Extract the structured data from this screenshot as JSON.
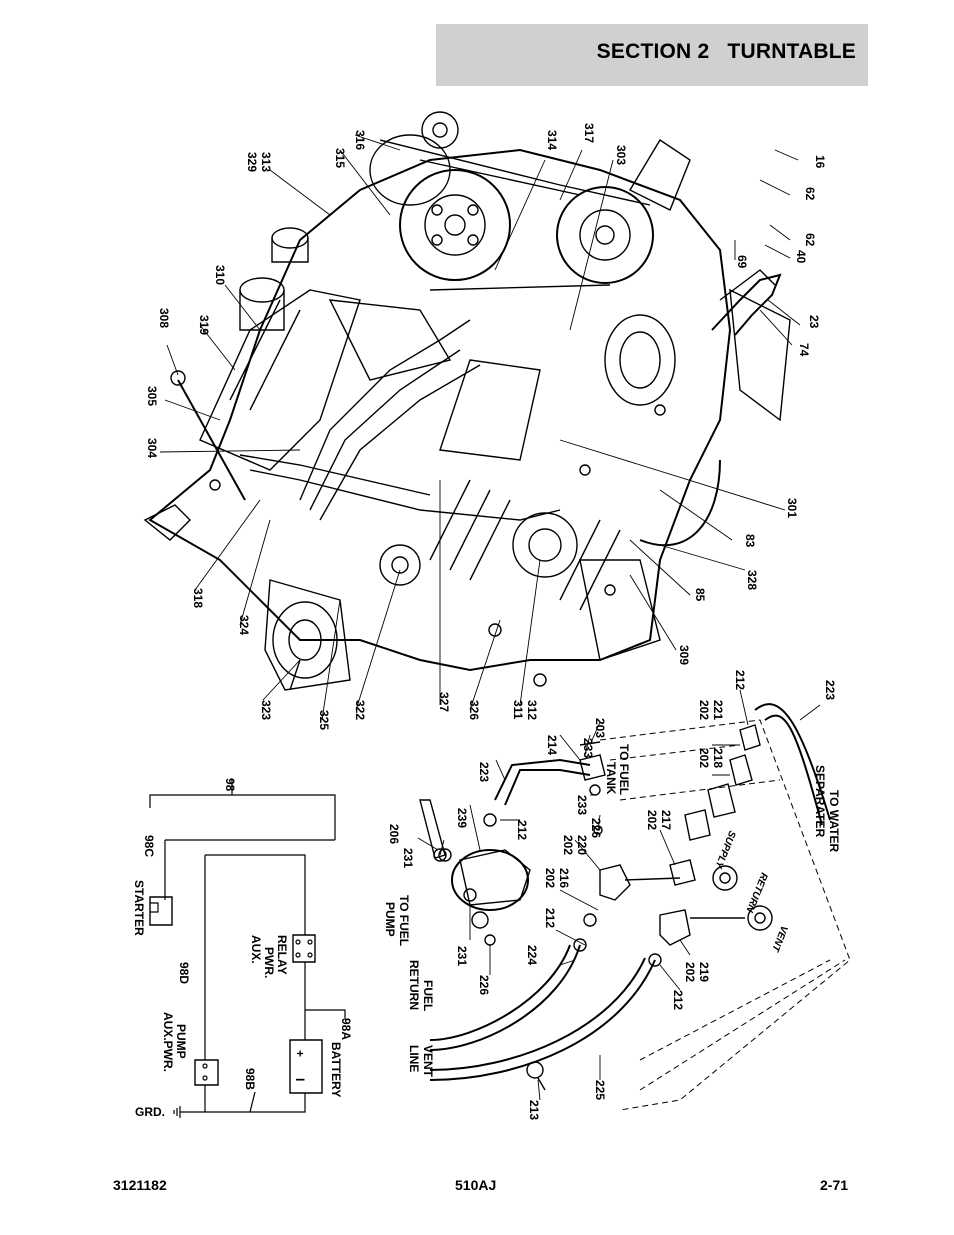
{
  "header": {
    "title": "SECTION 2   TURNTABLE"
  },
  "footer": {
    "left": "3121182",
    "center": "510AJ",
    "right": "2-71"
  },
  "engine_callouts": [
    "316",
    "315",
    "313",
    "329",
    "314",
    "317",
    "303",
    "16",
    "62",
    "62",
    "40",
    "69",
    "310",
    "319",
    "308",
    "305",
    "304",
    "23",
    "74",
    "301",
    "83",
    "328",
    "85",
    "309",
    "318",
    "324",
    "323",
    "325",
    "322",
    "327",
    "326",
    "311",
    "312"
  ],
  "fuel_callouts": [
    "212",
    "223",
    "202",
    "221",
    "214",
    "203",
    "233",
    "223",
    "202",
    "218",
    "206",
    "239",
    "212",
    "233",
    "226",
    "231",
    "202",
    "217",
    "202",
    "220",
    "202",
    "216",
    "231",
    "212",
    "226",
    "224",
    "202",
    "219",
    "212",
    "213",
    "225"
  ],
  "fuel_labels": {
    "to_fuel_tank": [
      "TO FUEL",
      "TANK"
    ],
    "to_water_separater": [
      "TO WATER",
      "SEPARATER"
    ],
    "to_fuel_pump": [
      "TO FUEL",
      "PUMP"
    ],
    "fuel_return": [
      "FUEL",
      "RETURN"
    ],
    "vent_line": [
      "VENT",
      "LINE"
    ],
    "supply": "SUPPLY",
    "return": "RETURN",
    "vent": "VENT"
  },
  "wiring": {
    "callout_98": "98",
    "callout_98c": "98C",
    "callout_98d": "98D",
    "callout_98a": "98A",
    "callout_98b": "98B",
    "starter": "STARTER",
    "aux_pwr_relay": [
      "AUX.",
      "PWR.",
      "RELAY"
    ],
    "aux_pwr_pump": [
      "AUX.PWR.",
      "PUMP"
    ],
    "battery": "BATTERY",
    "grd": "GRD.",
    "plus": "+",
    "minus": "I"
  }
}
